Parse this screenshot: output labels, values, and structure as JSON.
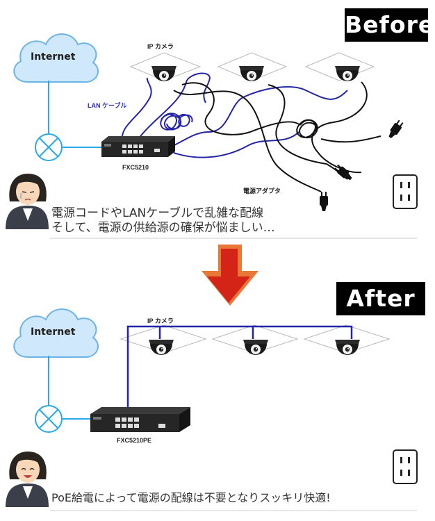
{
  "before": {
    "badge": "Before",
    "internet_label": "Internet",
    "camera_label": "IP カメラ",
    "lan_label": "LAN ケーブル",
    "switch_label": "FXC5210",
    "adapter_label": "電源アダプタ",
    "message_line1": "電源コードやLANケーブルで乱雑な配線",
    "message_line2": "そして、電源の供給源の確保が悩ましい…"
  },
  "after": {
    "badge": "After",
    "internet_label": "Internet",
    "camera_label": "IP カメラ",
    "switch_label": "FXC5210PE",
    "message_line1": "PoE給電によって電源の配線は不要となりスッキリ快適!"
  },
  "colors": {
    "cloud_fill": "#cfe8fb",
    "cloud_stroke": "#6db4e6",
    "lan_blue": "#2424a8",
    "network_cyan": "#2aa8e8",
    "arrow_red": "#d42418",
    "arrow_orange": "#e87838"
  },
  "icons": [
    "cloud-icon",
    "router-icon",
    "dome-camera-icon",
    "network-switch-icon",
    "power-plug-icon",
    "wall-outlet-icon",
    "down-arrow-icon",
    "person-icon"
  ]
}
